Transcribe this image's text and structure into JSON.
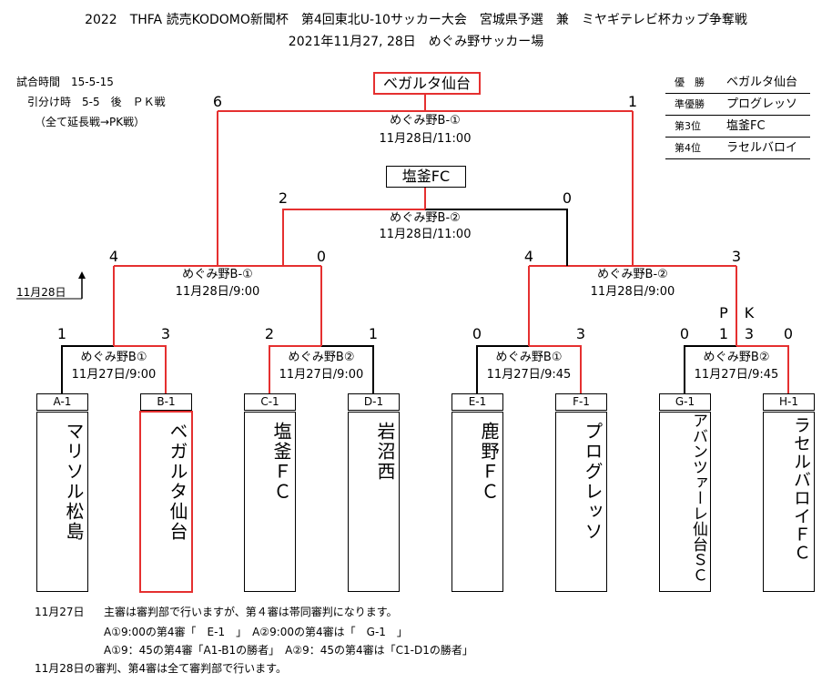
{
  "header": {
    "title": "2022　THFA 読売KODOMO新聞杯　第4回東北U-10サッカー大会　宮城県予選　兼　ミヤギテレビ杯カップ争奪戦",
    "date_venue": "2021年11月27, 28日　めぐみ野サッカー場"
  },
  "rules": {
    "line1": "試合時間　15-5-15",
    "line2": "引分け時　5-5　後　ＰＫ戦",
    "line3": "（全て延長戦→PK戦）"
  },
  "champion_box": "ベガルタ仙台",
  "third_box": "塩釜FC",
  "standings": [
    {
      "place": "優　勝",
      "team": "ベガルタ仙台"
    },
    {
      "place": "準優勝",
      "team": "プログレッソ"
    },
    {
      "place": "第3位",
      "team": "塩釜FC"
    },
    {
      "place": "第4位",
      "team": "ラセルバロイ"
    }
  ],
  "final": {
    "venue": "めぐみ野B-①",
    "time": "11月28日/11:00",
    "score_left": "6",
    "score_right": "1"
  },
  "third_place": {
    "venue": "めぐみ野B-②",
    "time": "11月28日/11:00",
    "score_left": "2",
    "score_right": "0"
  },
  "semi1": {
    "venue": "めぐみ野B-①",
    "time": "11月28日/9:00",
    "score_left": "4",
    "score_right": "0"
  },
  "semi2": {
    "venue": "めぐみ野B-②",
    "time": "11月28日/9:00",
    "score_left": "4",
    "score_right": "3"
  },
  "day_marker": "11月28日",
  "pk": {
    "p": "P",
    "k": "K",
    "pk_left": "1",
    "pk_right": "3"
  },
  "r1": [
    {
      "venue": "めぐみ野B①",
      "time": "11月27日/9:00",
      "score_left": "1",
      "score_right": "3"
    },
    {
      "venue": "めぐみ野B②",
      "time": "11月27日/9:00",
      "score_left": "2",
      "score_right": "1"
    },
    {
      "venue": "めぐみ野B①",
      "time": "11月27日/9:45",
      "score_left": "0",
      "score_right": "3"
    },
    {
      "venue": "めぐみ野B②",
      "time": "11月27日/9:45",
      "score_left": "0",
      "score_right": "0"
    }
  ],
  "teams": [
    {
      "code": "A-1",
      "name": "マリソル松島"
    },
    {
      "code": "B-1",
      "name": "ベガルタ仙台"
    },
    {
      "code": "C-1",
      "name": "塩釜ＦＣ"
    },
    {
      "code": "D-1",
      "name": "岩沼西"
    },
    {
      "code": "E-1",
      "name": "鹿野ＦＣ"
    },
    {
      "code": "F-1",
      "name": "プログレッソ"
    },
    {
      "code": "G-1",
      "name": "アバンツァーレ仙台ＳＣ"
    },
    {
      "code": "H-1",
      "name": "ラセルバロイＦＣ"
    }
  ],
  "notes": {
    "date1": "11月27日",
    "line1": "主審は審判部で行いますが、第４審は帯同審判になります。",
    "line2": "A①9:00の第4審「　E-1　」　A②9:00の第4審は「　G-1　」",
    "line3": "A①9：45の第4審「A1-B1の勝者」　A②9：45の第4審は「C1-D1の勝者」",
    "line4": "11月28日の審判、第4審は全て審判部で行います。"
  },
  "colors": {
    "winner_line": "#e53030",
    "line": "#000000"
  }
}
